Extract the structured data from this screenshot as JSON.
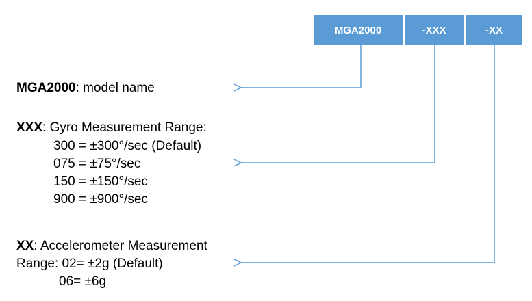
{
  "codes": {
    "model": "MGA2000",
    "gyro": "-XXX",
    "accel": "-XX"
  },
  "model_section": {
    "key": "MGA2000",
    "desc": ": model name"
  },
  "gyro_section": {
    "key": "XXX",
    "desc": ": Gyro Measurement Range:",
    "options": [
      "300 = ±300°/sec (Default)",
      "075 = ±75°/sec",
      "150 = ±150°/sec",
      "900 = ±900°/sec"
    ]
  },
  "accel_section": {
    "key": "XX",
    "desc_line1": ": Accelerometer Measurement",
    "desc_line2": "Range: 02= ±2g (Default)",
    "option2": "06= ±6g"
  },
  "colors": {
    "box_fill": "#5b9bd5",
    "connector": "#5b9bd5"
  }
}
